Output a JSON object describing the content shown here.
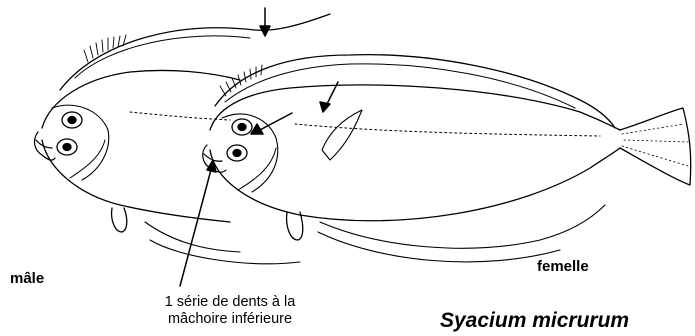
{
  "labels": {
    "male": "mâle",
    "female": "femelle",
    "teeth_line1": "1 série de dents à la",
    "teeth_line2": "mâchoire inférieure",
    "species": "Syacium micrurum"
  },
  "colors": {
    "ink": "#000000",
    "background": "#ffffff"
  }
}
